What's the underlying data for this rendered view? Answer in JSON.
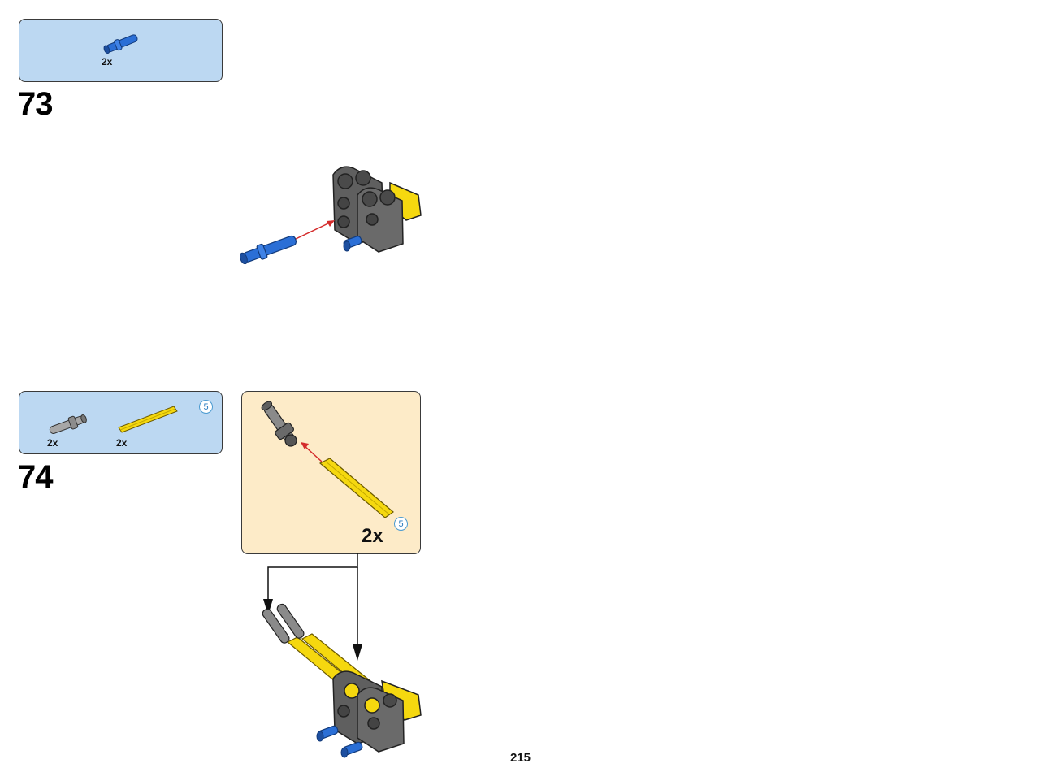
{
  "step73": {
    "number": "73",
    "parts": [
      {
        "name": "blue-pin",
        "qty": "2x"
      }
    ]
  },
  "step74": {
    "number": "74",
    "parts": [
      {
        "name": "grey-pin",
        "qty": "2x"
      },
      {
        "name": "yellow-axle",
        "qty": "2x",
        "length": "5"
      }
    ],
    "subassembly": {
      "qty": "2x",
      "axle_length": "5"
    }
  },
  "page": {
    "number": "215"
  },
  "colors": {
    "parts_box": "#bcd8f2",
    "subassembly_box": "#fdebc8",
    "arrow_red": "#d42b2b",
    "blue_part": "#2b6fd6",
    "yellow_part": "#f5d80f",
    "grey_part": "#5a5a5a"
  }
}
